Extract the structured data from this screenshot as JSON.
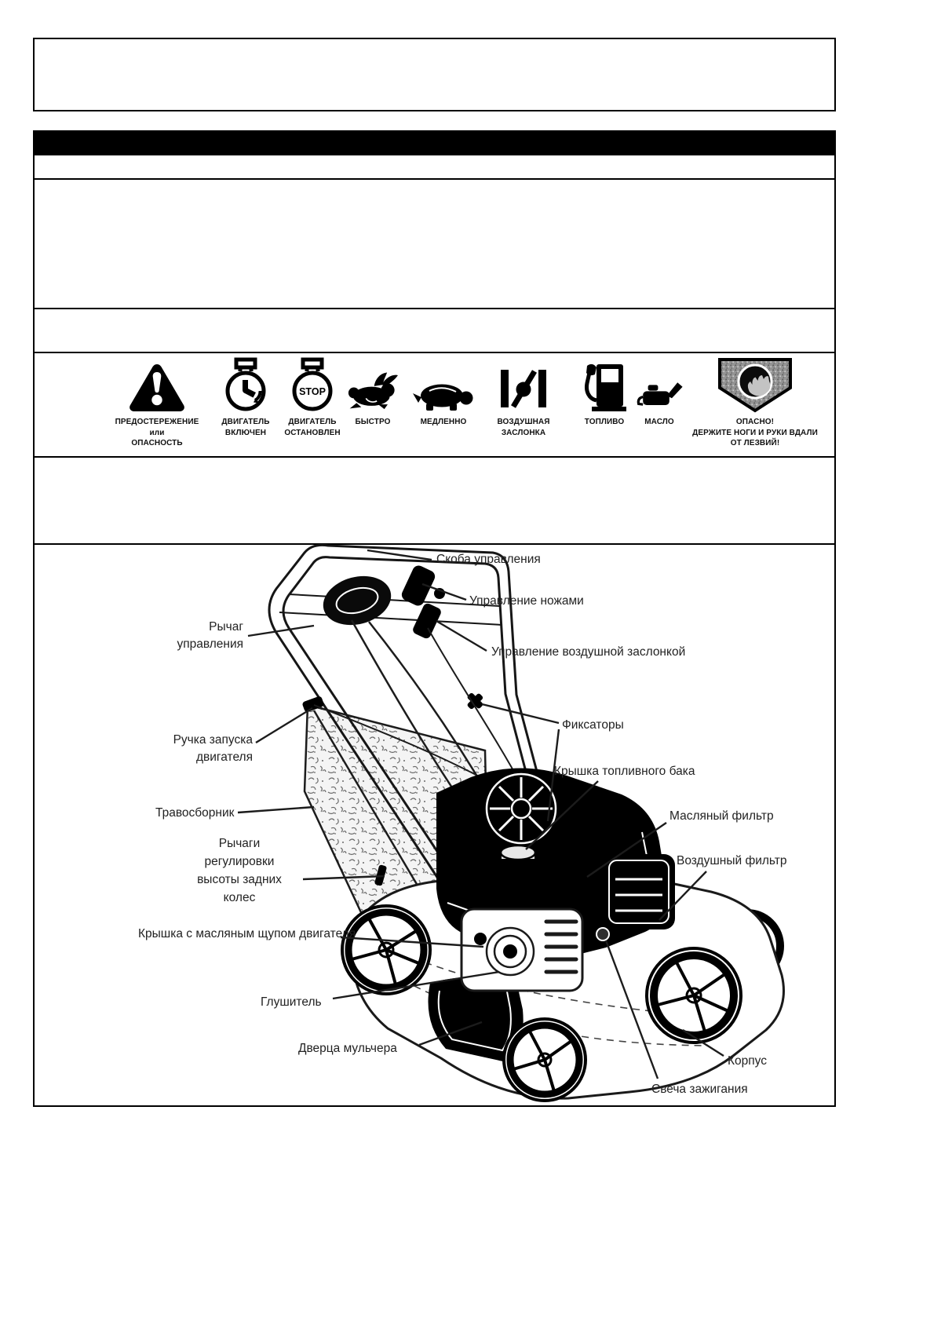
{
  "document": {
    "colors": {
      "page_bg": "#ffffff",
      "ink": "#1a1a1a",
      "header_bar": "#000000"
    },
    "symbols_row": {
      "items": [
        {
          "icon": "warning-triangle-icon",
          "label": "ПРЕДОСТЕРЕЖЕНИЕ\nили\nОПАСНОСТЬ"
        },
        {
          "icon": "engine-on-icon",
          "label": "ДВИГАТЕЛЬ\nВКЛЮЧЕН"
        },
        {
          "icon": "engine-stop-icon",
          "label": "ДВИГАТЕЛЬ\nОСТАНОВЛЕН",
          "stop_text": "STOP"
        },
        {
          "icon": "fast-rabbit-icon",
          "label": "БЫСТРО"
        },
        {
          "icon": "slow-turtle-icon",
          "label": "МЕДЛЕННО"
        },
        {
          "icon": "choke-icon",
          "label": "ВОЗДУШНАЯ\nЗАСЛОНКА"
        },
        {
          "icon": "fuel-icon",
          "label": "ТОПЛИВО"
        },
        {
          "icon": "oil-icon",
          "label": "МАСЛО"
        },
        {
          "icon": "danger-blades-icon",
          "label": "ОПАСНО!\nДЕРЖИТЕ НОГИ И РУКИ ВДАЛИ\nОТ ЛЕЗВИЙ!"
        }
      ]
    },
    "diagram": {
      "labels": [
        {
          "text": "Скоба управления"
        },
        {
          "text": "Управление ножами"
        },
        {
          "text": "Рычаг\nуправления"
        },
        {
          "text": "Управление воздушной заслонкой"
        },
        {
          "text": "Фиксаторы"
        },
        {
          "text": "Ручка запуска\nдвигателя"
        },
        {
          "text": "Крышка топливного бака"
        },
        {
          "text": "Травосборник"
        },
        {
          "text": "Масляный фильтр"
        },
        {
          "text": "Рычаги\nрегулировки\nвысоты задних\nколес"
        },
        {
          "text": "Воздушный фильтр"
        },
        {
          "text": "Крышка с масляным щупом двигателя"
        },
        {
          "text": "Глушитель"
        },
        {
          "text": "Дверца мульчера"
        },
        {
          "text": "Корпус"
        },
        {
          "text": "Свеча зажигания"
        }
      ]
    }
  }
}
